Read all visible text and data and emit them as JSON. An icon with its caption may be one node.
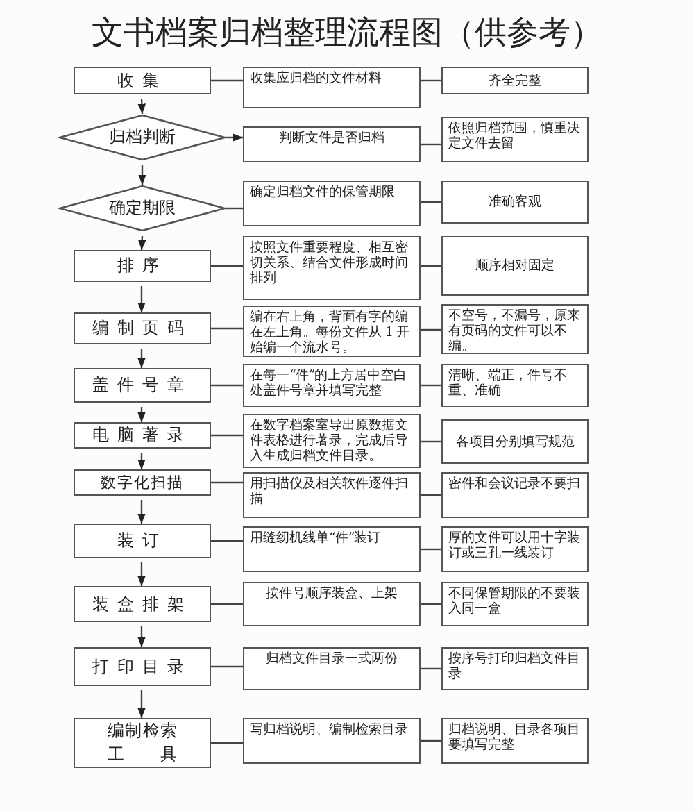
{
  "diagram": {
    "title": "文书档案归档整理流程图（供参考）",
    "nodes": [
      {
        "text": [
          "收集"
        ]
      },
      {
        "text": [
          "收集应归档的文件材料"
        ]
      },
      {
        "text": [
          "齐全完整"
        ]
      },
      {
        "text": [
          "归档判断"
        ]
      },
      {
        "text": [
          "判断文件是否归档"
        ]
      },
      {
        "text": [
          "依照归档范围，慎重决定文件去留"
        ]
      },
      {
        "text": [
          "确定期限"
        ]
      },
      {
        "text": [
          "确定归档文件的保管期限"
        ]
      },
      {
        "text": [
          "准确客观"
        ]
      },
      {
        "text": [
          "排序"
        ]
      },
      {
        "text": [
          "按照文件重要程度、相互密切关系、结合文件形成时间排列"
        ]
      },
      {
        "text": [
          "顺序相对固定"
        ]
      },
      {
        "text": [
          "编制页码"
        ]
      },
      {
        "text": [
          "编在右上角，背面有字的编在左上角。每份文件从 1 开始编一个流水号。"
        ]
      },
      {
        "text": [
          "不空号，不漏号，原来有页码的文件可以不编。"
        ]
      },
      {
        "text": [
          "盖件号章"
        ]
      },
      {
        "text": [
          "在每一“件”的上方居中空白处盖件号章并填写完整"
        ]
      },
      {
        "text": [
          "清晰、端正，件号不重、准确"
        ]
      },
      {
        "text": [
          "电脑著录"
        ]
      },
      {
        "text": [
          "在数字档案室导出原数据文件表格进行著录，完成后导入生成归档文件目录。"
        ]
      },
      {
        "text": [
          "各项目分别填写规范"
        ]
      },
      {
        "text": [
          "数字化扫描"
        ]
      },
      {
        "text": [
          "用扫描仪及相关软件逐件扫描"
        ]
      },
      {
        "text": [
          "密件和会议记录不要扫"
        ]
      },
      {
        "text": [
          "装订"
        ]
      },
      {
        "text": [
          "用缝纫机线单“件”装订"
        ]
      },
      {
        "text": [
          "厚的文件可以用十字装订或三孔一线装订"
        ]
      },
      {
        "text": [
          "装盒排架"
        ]
      },
      {
        "text": [
          "按件号顺序装盒、上架"
        ]
      },
      {
        "text": [
          "不同保管期限的不要装入同一盒"
        ]
      },
      {
        "text": [
          "打印目录"
        ]
      },
      {
        "text": [
          "归档文件目录一式两份"
        ]
      },
      {
        "text": [
          "按序号打印归档文件目录"
        ]
      },
      {
        "text": [
          "编制检索工具"
        ]
      },
      {
        "text": [
          "写归档说明、编制检索目录"
        ]
      },
      {
        "text": [
          "归档说明、目录各项目要填写完整"
        ]
      }
    ],
    "edges": [
      {
        "from": 0,
        "to": 1,
        "arrow": "none"
      },
      {
        "from": 1,
        "to": 2,
        "arrow": "none"
      },
      {
        "from": 0,
        "to": 3,
        "arrow": "to"
      },
      {
        "from": 3,
        "to": 4,
        "arrow": "to"
      },
      {
        "from": 4,
        "to": 5,
        "arrow": "none"
      },
      {
        "from": 3,
        "to": 6,
        "arrow": "to"
      },
      {
        "from": 6,
        "to": 7,
        "arrow": "none"
      },
      {
        "from": 7,
        "to": 8,
        "arrow": "none"
      },
      {
        "from": 6,
        "to": 9,
        "arrow": "to"
      },
      {
        "from": 9,
        "to": 10,
        "arrow": "none"
      },
      {
        "from": 10,
        "to": 11,
        "arrow": "none"
      },
      {
        "from": 9,
        "to": 12,
        "arrow": "to"
      },
      {
        "from": 12,
        "to": 13,
        "arrow": "none"
      },
      {
        "from": 13,
        "to": 14,
        "arrow": "none"
      },
      {
        "from": 12,
        "to": 15,
        "arrow": "to"
      },
      {
        "from": 15,
        "to": 16,
        "arrow": "none"
      },
      {
        "from": 16,
        "to": 17,
        "arrow": "none"
      },
      {
        "from": 15,
        "to": 18,
        "arrow": "to"
      },
      {
        "from": 18,
        "to": 19,
        "arrow": "none"
      },
      {
        "from": 19,
        "to": 20,
        "arrow": "none"
      },
      {
        "from": 18,
        "to": 21,
        "arrow": "to"
      },
      {
        "from": 21,
        "to": 22,
        "arrow": "none"
      },
      {
        "from": 22,
        "to": 23,
        "arrow": "none"
      },
      {
        "from": 21,
        "to": 24,
        "arrow": "to"
      },
      {
        "from": 24,
        "to": 25,
        "arrow": "none"
      },
      {
        "from": 25,
        "to": 26,
        "arrow": "none"
      },
      {
        "from": 24,
        "to": 27,
        "arrow": "to"
      },
      {
        "from": 27,
        "to": 28,
        "arrow": "none"
      },
      {
        "from": 28,
        "to": 29,
        "arrow": "none"
      },
      {
        "from": 27,
        "to": 30,
        "arrow": "to"
      },
      {
        "from": 30,
        "to": 31,
        "arrow": "none"
      },
      {
        "from": 31,
        "to": 32,
        "arrow": "none"
      },
      {
        "from": 30,
        "to": 33,
        "arrow": "to"
      },
      {
        "from": 33,
        "to": 34,
        "arrow": "none"
      },
      {
        "from": 34,
        "to": 35,
        "arrow": "none"
      }
    ]
  }
}
